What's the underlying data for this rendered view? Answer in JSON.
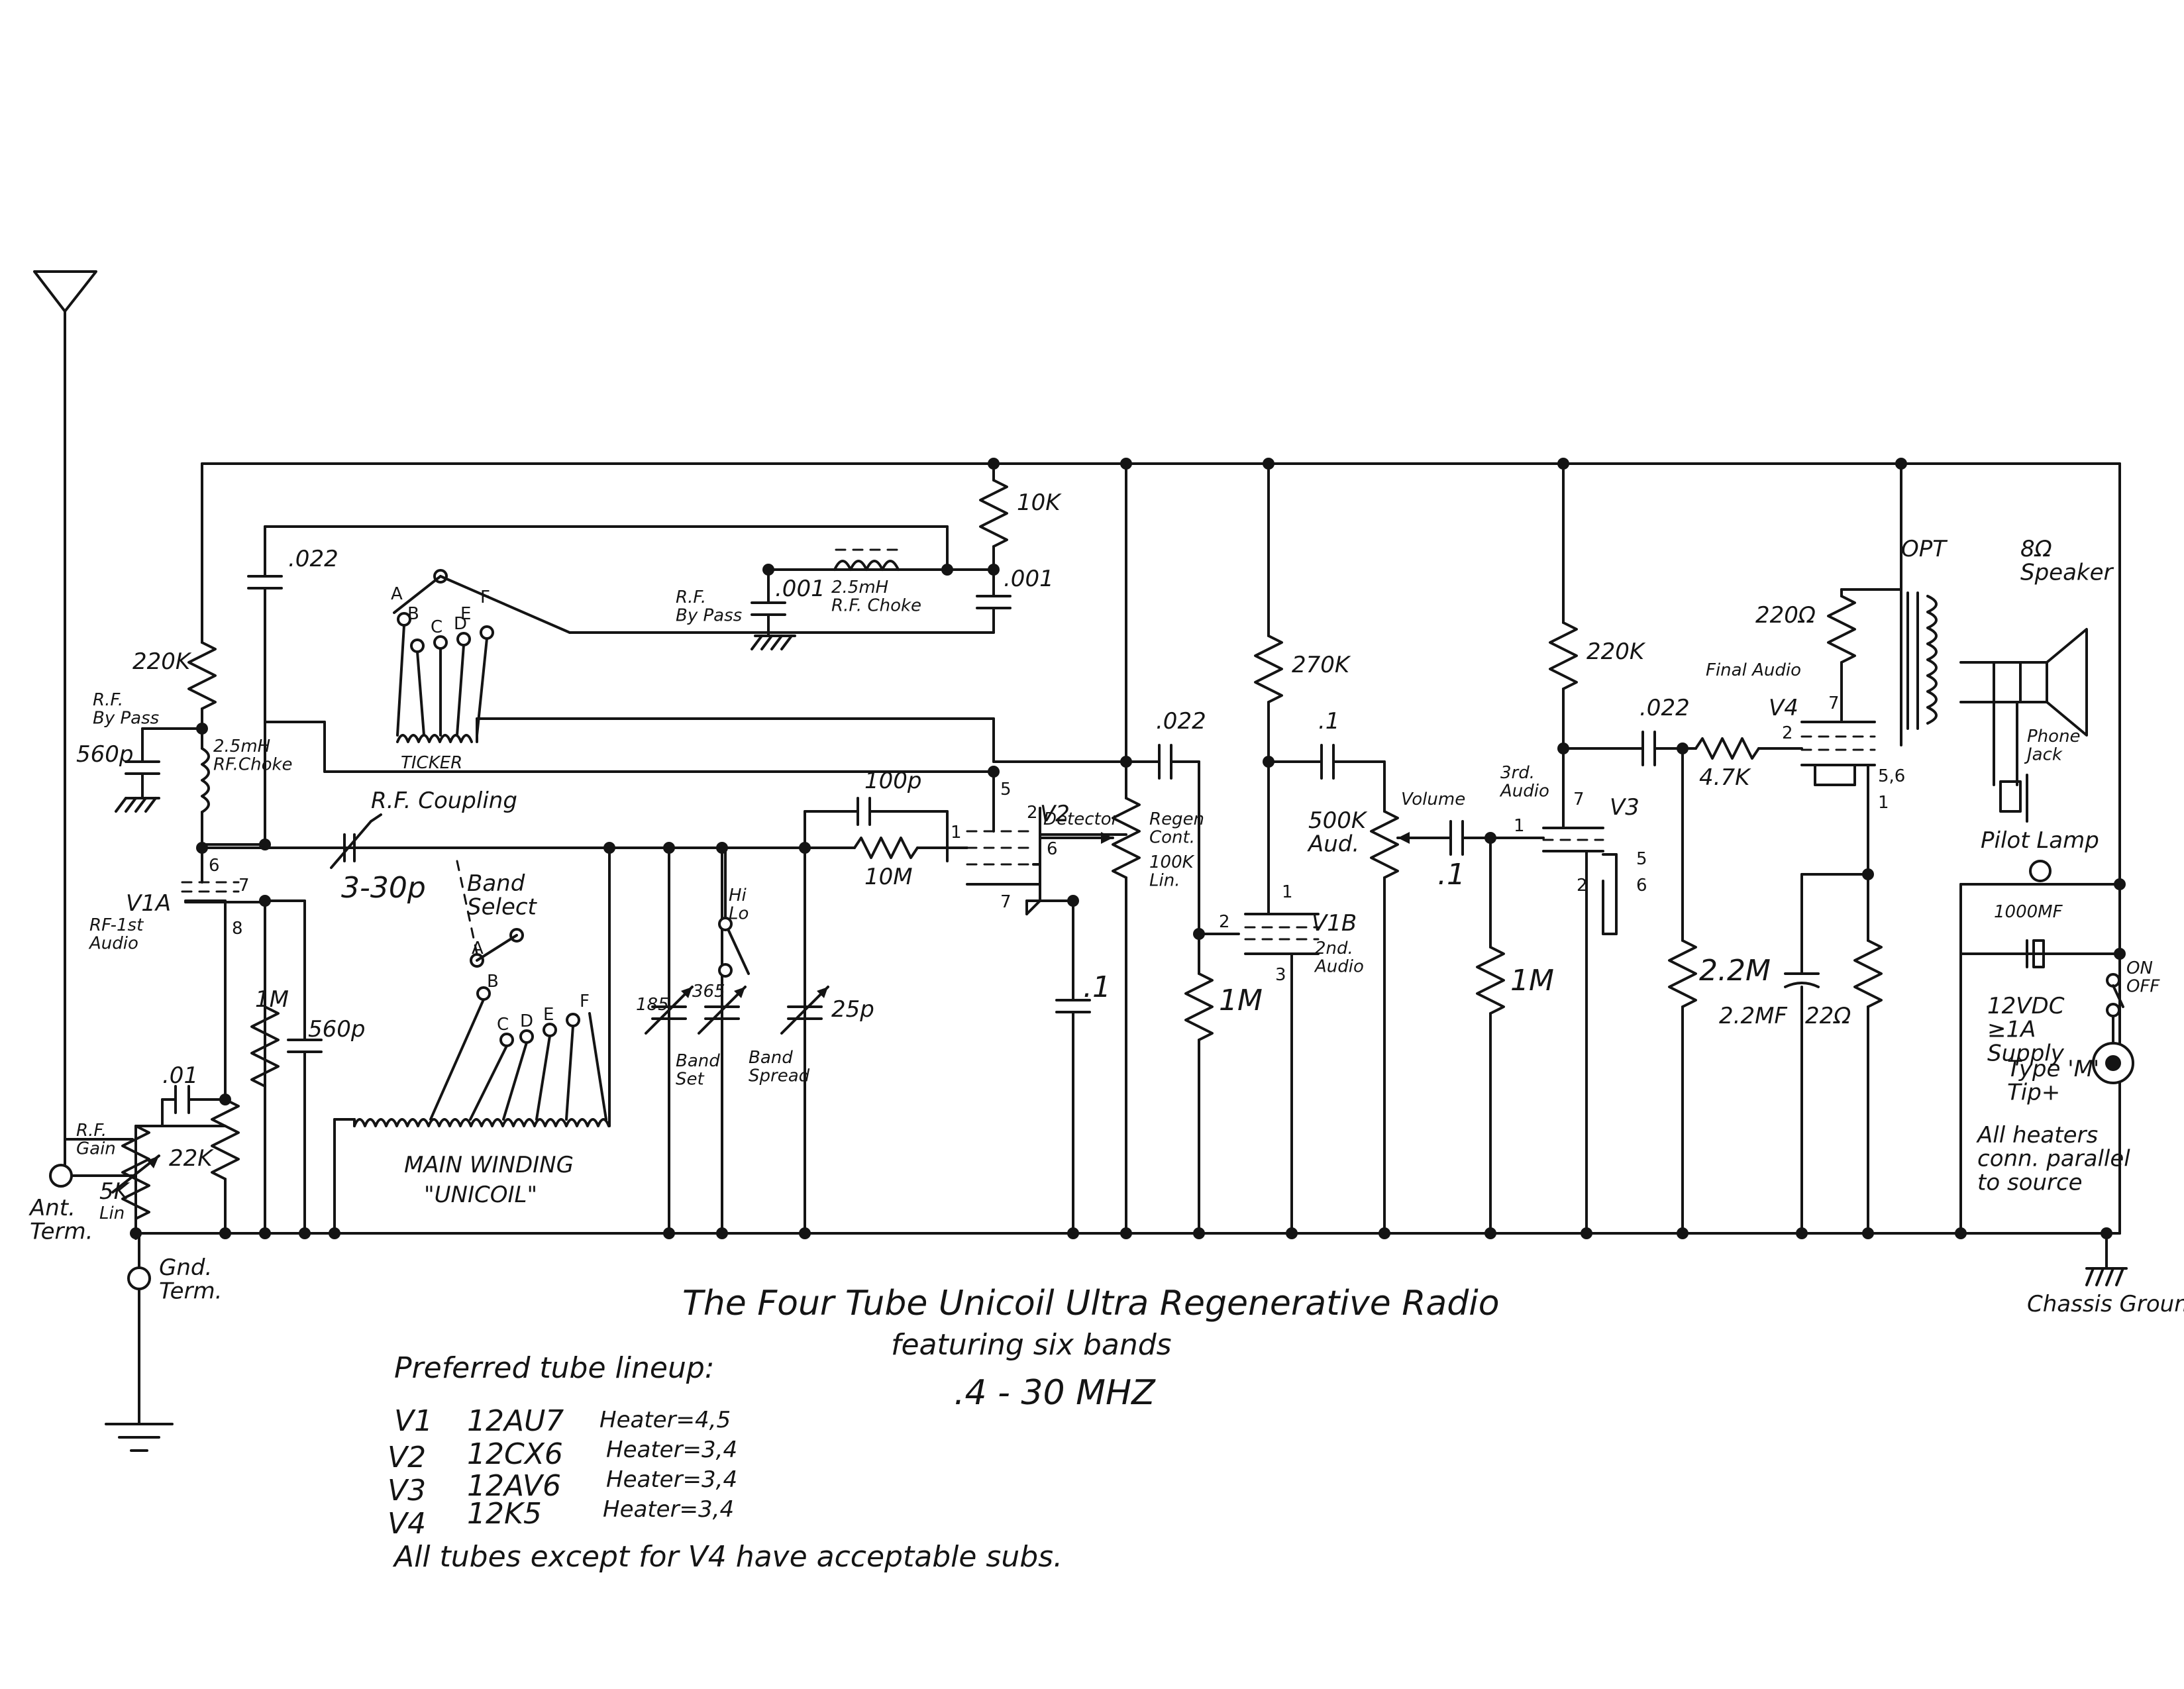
{
  "title": {
    "line1": "The Four Tube Unicoil Ultra Regenerative Radio",
    "line2": "featuring six bands",
    "line3": ".4 - 30 MHZ"
  },
  "tube_lineup": {
    "heading": "Preferred tube lineup:",
    "tubes": [
      {
        "id": "V1",
        "type": "12AU7",
        "heater": "Heater=4,5"
      },
      {
        "id": "V2",
        "type": "12CX6",
        "heater": "Heater=3,4"
      },
      {
        "id": "V3",
        "type": "12AV6",
        "heater": "Heater=3,4"
      },
      {
        "id": "V4",
        "type": "12K5",
        "heater": "Heater=3,4"
      }
    ],
    "note": "All tubes except for V4 have acceptable subs."
  },
  "labels": {
    "ant_term": "Ant.\nTerm.",
    "lin": "Lin",
    "gnd_term": "Gnd.\nTerm.",
    "rf_gain": "R.F.\nGain",
    "r_5k": "5K",
    "r_22k": "22K",
    "c_01": ".01",
    "r_1m_a": "1M",
    "c_560p_b": "560p",
    "v1a": "V1A",
    "v1a_desc": "RF-1st\nAudio",
    "r_220k_a": "220K",
    "rf_bypass_a": "R.F.\nBy Pass",
    "c_560p_a": "560p",
    "choke_a": "2.5mH\nRF.Choke",
    "c_022_a": ".022",
    "ticker": "TICKER",
    "rf_coupling": "R.F. Coupling",
    "c_3_30p": "3-30p",
    "band_select": "Band\nSelect",
    "main_winding": "MAIN WINDING",
    "unicoil": "\"UNICOIL\"",
    "rf_bypass_b": "R.F.\nBy Pass",
    "c_001_a": ".001",
    "choke_b": "2.5mH\nR.F. Choke",
    "c_001_b": ".001",
    "r_10k": "10K",
    "c_185": "185",
    "c_365": "365",
    "band_set": "Band\nSet",
    "hi_lo": "Hi\nLo",
    "c_25p": "25p",
    "band_spread": "Band\nSpread",
    "c_100p": "100p",
    "r_10m": "10M",
    "v2": "V2",
    "v2_desc": "Detector",
    "regen": "Regen\nCont.",
    "r_100k": "100K\nLin.",
    "c_1_a": ".1",
    "c_022_b": ".022",
    "r_270k": "270K",
    "v1b": "V1B",
    "v1b_desc": "2nd.\nAudio",
    "r_1m_b": "1M",
    "c_1_b": ".1",
    "volume": "Volume",
    "r_500k": "500K\nAud.",
    "c_1_c": ".1",
    "audio3": "3rd.\nAudio",
    "v3": "V3",
    "r_1m_c": "1M",
    "r_220k_b": "220K",
    "c_022_c": ".022",
    "r_47k": "4.7K",
    "r_22m": "2.2M",
    "c_22mf": "2.2MF",
    "r_22ohm": "22Ω",
    "r_220ohm": "220Ω",
    "final_audio": "Final Audio",
    "v4": "V4",
    "opt": "OPT",
    "speaker": "8Ω\nSpeaker",
    "phone_jack": "Phone\nJack",
    "pilot_lamp": "Pilot Lamp",
    "c_1000mf": "1000MF",
    "on_off": "ON\nOFF",
    "supply": "12VDC\n≥1A\nSupply",
    "tip": "Type 'M'\nTip+",
    "heaters_note": "All heaters\nconn. parallel\nto source",
    "chassis_ground": "Chassis\nGround"
  },
  "pins": {
    "v1a_6": "6",
    "v1a_7": "7",
    "v1a_8": "8",
    "v2_5": "5",
    "v2_1": "1",
    "v2_6": "6",
    "v2_7": "7",
    "v2_2": "2",
    "v1b_1": "1",
    "v1b_2": "2",
    "v1b_3": "3",
    "v3_7": "7",
    "v3_1": "1",
    "v3_5": "5",
    "v3_6": "6",
    "v3_2": "2",
    "v4_7": "7",
    "v4_2": "2",
    "v4_56": "5,6",
    "v4_1": "1",
    "sw_a": "A",
    "sw_b": "B",
    "sw_c": "C",
    "sw_d": "D",
    "sw_e": "E",
    "sw_f": "F",
    "sw2_a": "A",
    "sw2_b": "B",
    "sw2_c": "C",
    "sw2_d": "D",
    "sw2_e": "E",
    "sw2_f": "F"
  }
}
